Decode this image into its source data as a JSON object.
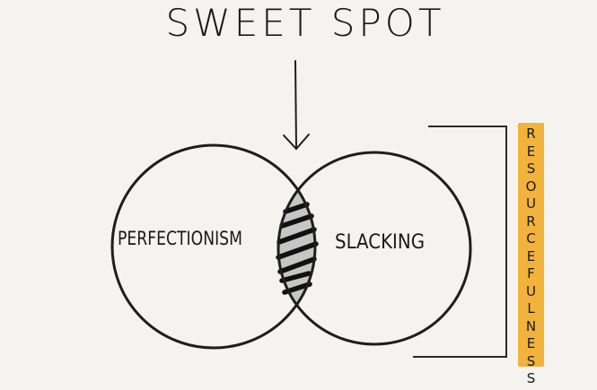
{
  "diagram": {
    "title": "SWEET SPOT",
    "left_circle": {
      "label": "PERFECTIONISM"
    },
    "right_circle": {
      "label": "SLACKING"
    },
    "intersection": {
      "meaning": "sweet spot",
      "fill_color": "#c4c4c2",
      "hatch_color": "#111111"
    },
    "bracket_label": {
      "text": "RESOURCEFULNESS",
      "letters": [
        "R",
        "E",
        "S",
        "O",
        "U",
        "R",
        "C",
        "E",
        "F",
        "U",
        "L",
        "N",
        "E",
        "S",
        "S"
      ],
      "highlight_color": "#f2b33d"
    },
    "colors": {
      "background": "#f4f3ef",
      "ink": "#1a1a1a"
    }
  }
}
